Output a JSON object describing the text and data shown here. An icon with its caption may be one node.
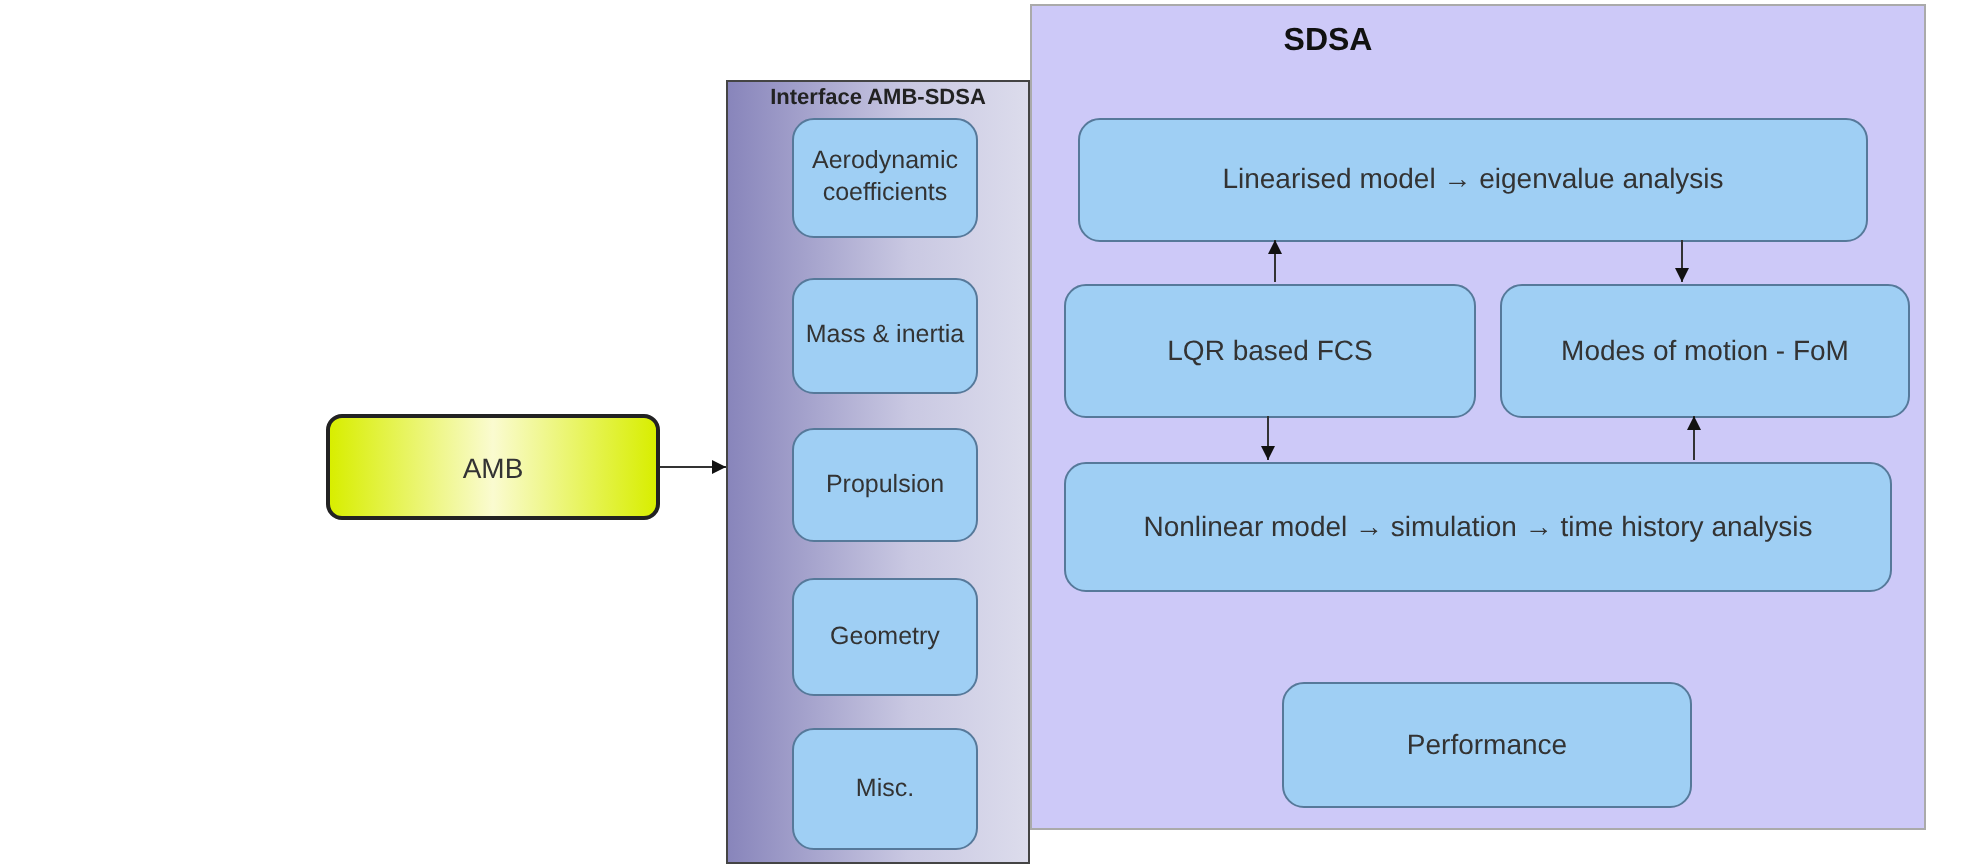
{
  "diagram": {
    "nodes": [
      {
        "text": [
          "AMB"
        ]
      },
      {
        "text": [
          "Interface AMB-SDSA"
        ]
      },
      {
        "text": [
          "Aerodynamic coefficients"
        ],
        "in": 1
      },
      {
        "text": [
          "Mass & inertia"
        ],
        "in": 1
      },
      {
        "text": [
          "Propulsion"
        ],
        "in": 1
      },
      {
        "text": [
          "Geometry"
        ],
        "in": 1
      },
      {
        "text": [
          "Misc."
        ],
        "in": 1
      },
      {
        "text": [
          "SDSA"
        ]
      },
      {
        "text": [
          "Linearised model → eigenvalue analysis"
        ],
        "in": 7
      },
      {
        "text": [
          "LQR based FCS"
        ],
        "in": 7
      },
      {
        "text": [
          "Modes of motion - FoM"
        ],
        "in": 7
      },
      {
        "text": [
          "Nonlinear model → simulation → time history analysis"
        ],
        "in": 7
      },
      {
        "text": [
          "Performance"
        ],
        "in": 7
      }
    ],
    "edges": [
      {
        "from": 0,
        "to": 1,
        "arrow": "to"
      },
      {
        "from": 9,
        "to": 8,
        "arrow": "to"
      },
      {
        "from": 8,
        "to": 10,
        "arrow": "to"
      },
      {
        "from": 9,
        "to": 11,
        "arrow": "to"
      },
      {
        "from": 11,
        "to": 10,
        "arrow": "to"
      }
    ]
  }
}
